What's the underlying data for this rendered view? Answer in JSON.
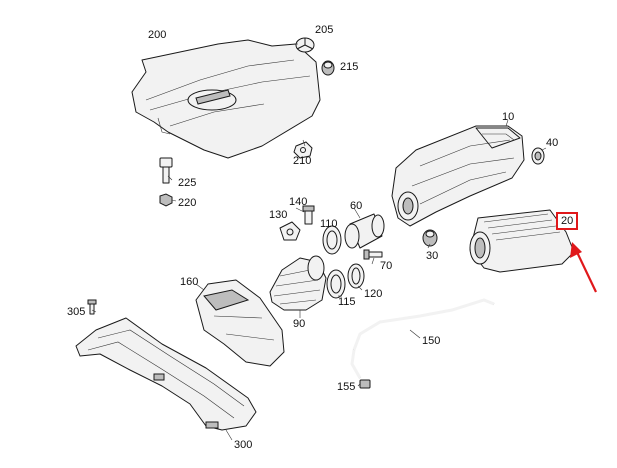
{
  "labels": {
    "p200": "200",
    "p205": "205",
    "p215": "215",
    "p210": "210",
    "p225": "225",
    "p220": "220",
    "p10": "10",
    "p40": "40",
    "p140": "140",
    "p130": "130",
    "p110": "110",
    "p60": "60",
    "p30": "30",
    "p20": "20",
    "p70": "70",
    "p160": "160",
    "p115": "115",
    "p120": "120",
    "p90": "90",
    "p305": "305",
    "p150": "150",
    "p155": "155",
    "p300": "300"
  },
  "highlight": {
    "part": "20",
    "color": "#e0181b"
  }
}
